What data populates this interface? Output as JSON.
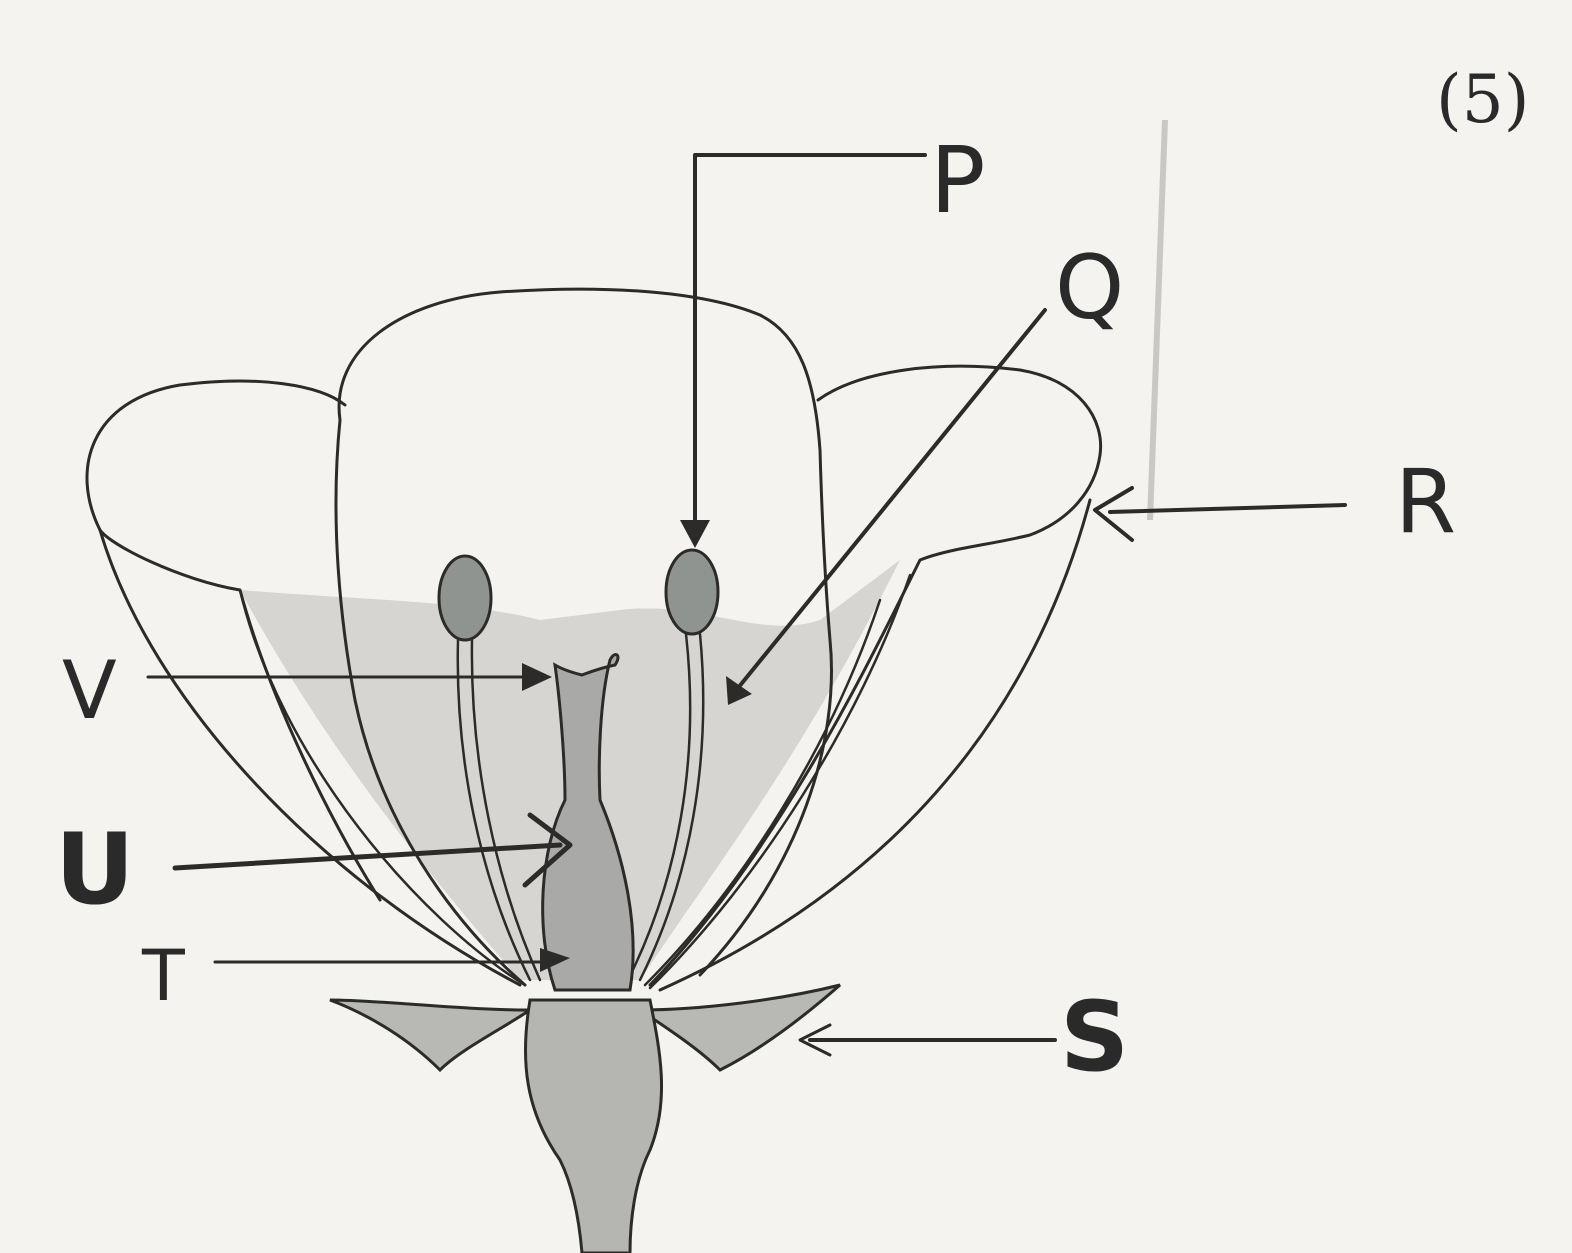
{
  "figure": {
    "number": "(5)",
    "labels": {
      "p": "P",
      "q": "Q",
      "r": "R",
      "s": "S",
      "t": "T",
      "u": "U",
      "v": "V"
    }
  }
}
